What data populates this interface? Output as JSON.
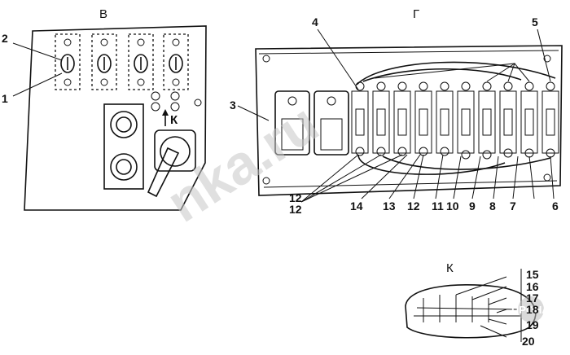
{
  "views": {
    "b": "В",
    "g": "Г",
    "k": "К",
    "k_arrow": "К"
  },
  "callouts": {
    "n1": "1",
    "n2": "2",
    "n3": "3",
    "n4": "4",
    "n5": "5",
    "n6": "6",
    "n7": "7",
    "n8": "8",
    "n9": "9",
    "n10": "10",
    "n11": "11",
    "n12a": "12",
    "n12b": "12",
    "n13": "13",
    "n14": "14",
    "n15": "15",
    "n16": "16",
    "n17": "17",
    "n18": "18",
    "n19": "19",
    "n20": "20"
  },
  "watermark": "nka.ru",
  "stamp": "ПРОНА"
}
